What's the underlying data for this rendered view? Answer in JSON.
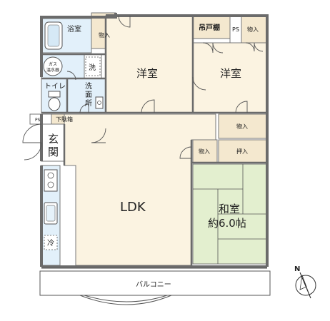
{
  "rooms": {
    "bath": "浴室",
    "storage_top_left": "物入",
    "western_1": "洋室",
    "hanging_shelf": "吊戸棚",
    "ps_top": "PS",
    "storage_top_right": "物入",
    "western_2": "洋室",
    "gas_heater_line1": "ガス",
    "gas_heater_line2": "温水器",
    "laundry": "洗",
    "toilet": "トイレ",
    "washroom_1": "洗",
    "washroom_2": "面",
    "washroom_3": "所",
    "ps_left": "PS",
    "shoe_box": "下駄箱",
    "entrance_1": "玄",
    "entrance_2": "関",
    "storage_mid": "物入",
    "storage_small": "物入",
    "closet": "押入",
    "ldk": "LDK",
    "japanese_room": "和室",
    "japanese_size": "約6.0帖",
    "fridge": "冷",
    "balcony": "バルコニー"
  },
  "compass": {
    "label": "N"
  },
  "colors": {
    "japanese_room": "#e3efcf",
    "wood_floor": "#fbf3e1",
    "wet_area": "#e2f0fa",
    "storage": "#f4e8cf",
    "wall": "#777777"
  }
}
